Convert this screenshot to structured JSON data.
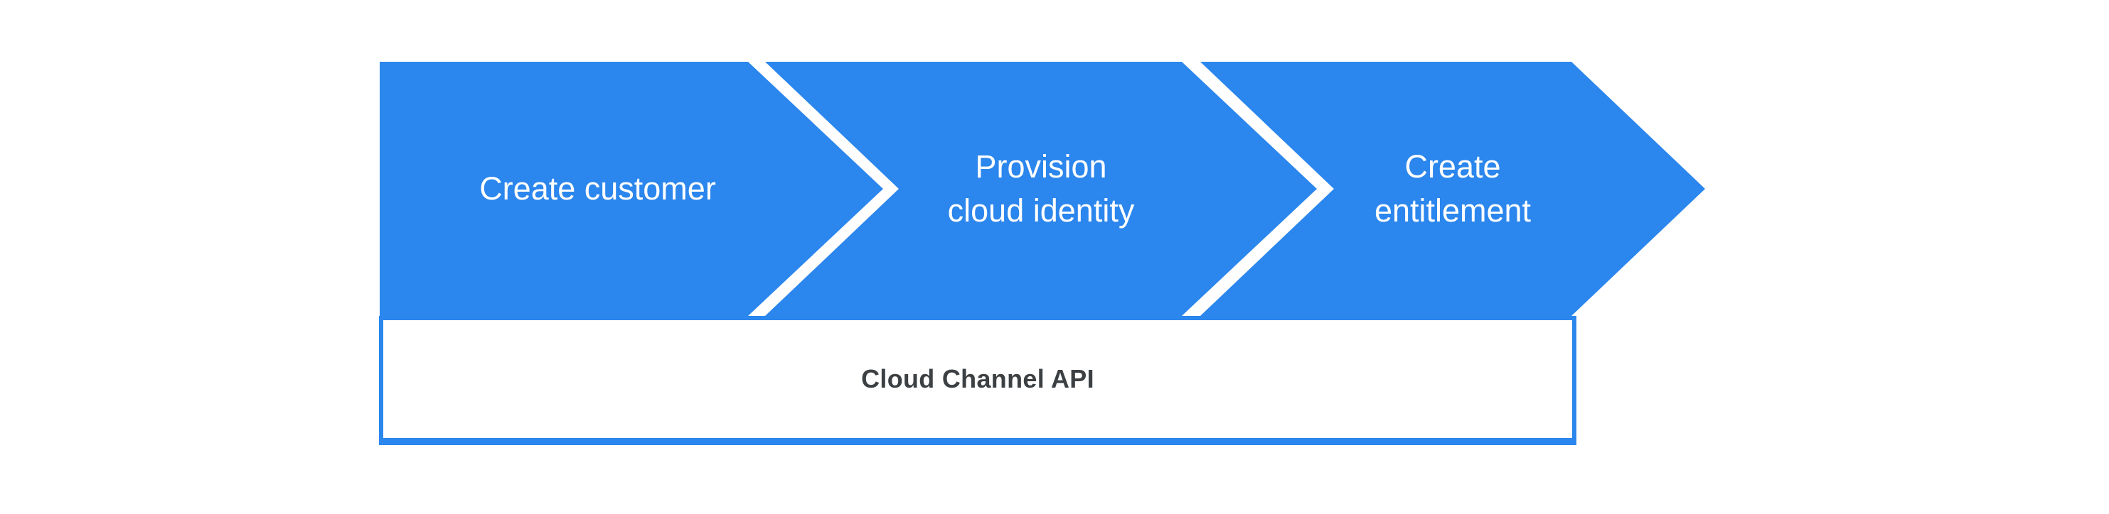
{
  "colors": {
    "page-bg": "#FFFFFF",
    "arrow-blue": "#2B86ED",
    "box-border-blue": "#2B86ED",
    "box-bg": "#FFFFFF",
    "step-text": "#FFFFFF",
    "api-text": "#3C4043"
  },
  "diagram": {
    "steps": [
      {
        "lines": [
          "Create customer"
        ]
      },
      {
        "lines": [
          "Provision",
          "cloud identity"
        ]
      },
      {
        "lines": [
          "Create",
          "entitlement"
        ]
      }
    ],
    "api_box": {
      "label": "Cloud Channel API"
    }
  }
}
